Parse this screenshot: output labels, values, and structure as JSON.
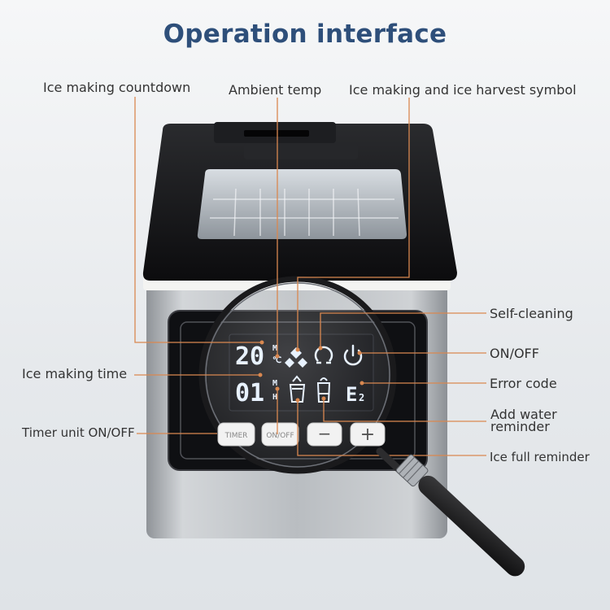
{
  "title": "Operation interface",
  "labels": {
    "ice_making_countdown": "Ice making countdown",
    "ambient_temp": "Ambient temp",
    "ice_making_and_harvest_symbol": "Ice making and ice harvest symbol",
    "self_cleaning": "Self-cleaning",
    "on_off": "ON/OFF",
    "ice_making_time": "Ice making time",
    "error_code": "Error code",
    "add_water_reminder": "Add water reminder",
    "timer_unit_on_off": "Timer unit ON/OFF",
    "ice_full_reminder": "Ice full reminder"
  },
  "display": {
    "temp_value": "20",
    "temp_unit_top": "M",
    "temp_unit_bottom": "℃",
    "time_value": "01",
    "time_unit_top": "M",
    "time_unit_bottom": "H",
    "error_letter": "E",
    "error_digit": "2"
  },
  "buttons": {
    "timer": "TIMER",
    "on_off": "ON/OFF",
    "minus": "−",
    "plus": "+"
  },
  "colors": {
    "title": "#2e4f7a",
    "callout_line": "#d98850",
    "lcd_background": "#0b0c10",
    "machine_top": "#121214"
  },
  "icons": [
    "ice-cubes-icon",
    "self-cleaning-icon",
    "power-icon",
    "ice-full-icon",
    "add-water-icon"
  ]
}
